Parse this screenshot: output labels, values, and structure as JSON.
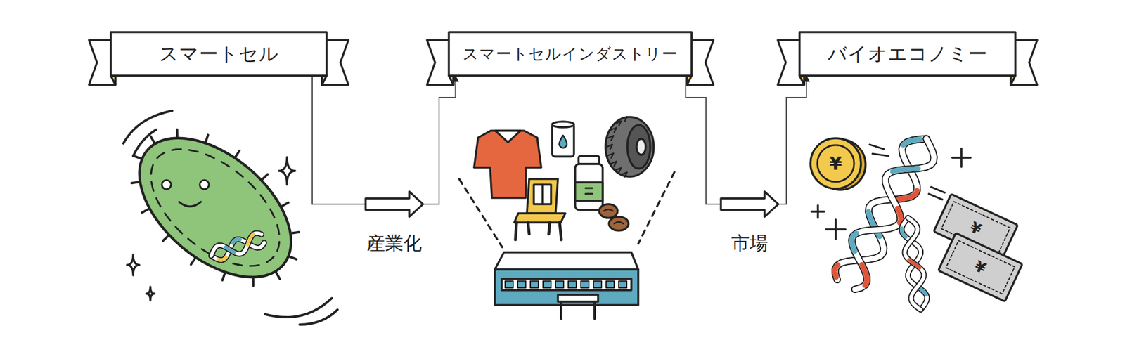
{
  "diagram": {
    "nodes": [
      {
        "text": [
          "スマートセル"
        ]
      },
      {
        "text": [
          "スマートセルインダストリー"
        ]
      },
      {
        "text": [
          "バイオエコノミー"
        ]
      }
    ],
    "edges": [
      {
        "from": 0,
        "to": 1,
        "arrow": "to",
        "label": "産業化"
      },
      {
        "from": 1,
        "to": 2,
        "arrow": "to",
        "label": "市場"
      }
    ],
    "labels": [
      "¥",
      "¥",
      "¥"
    ]
  }
}
